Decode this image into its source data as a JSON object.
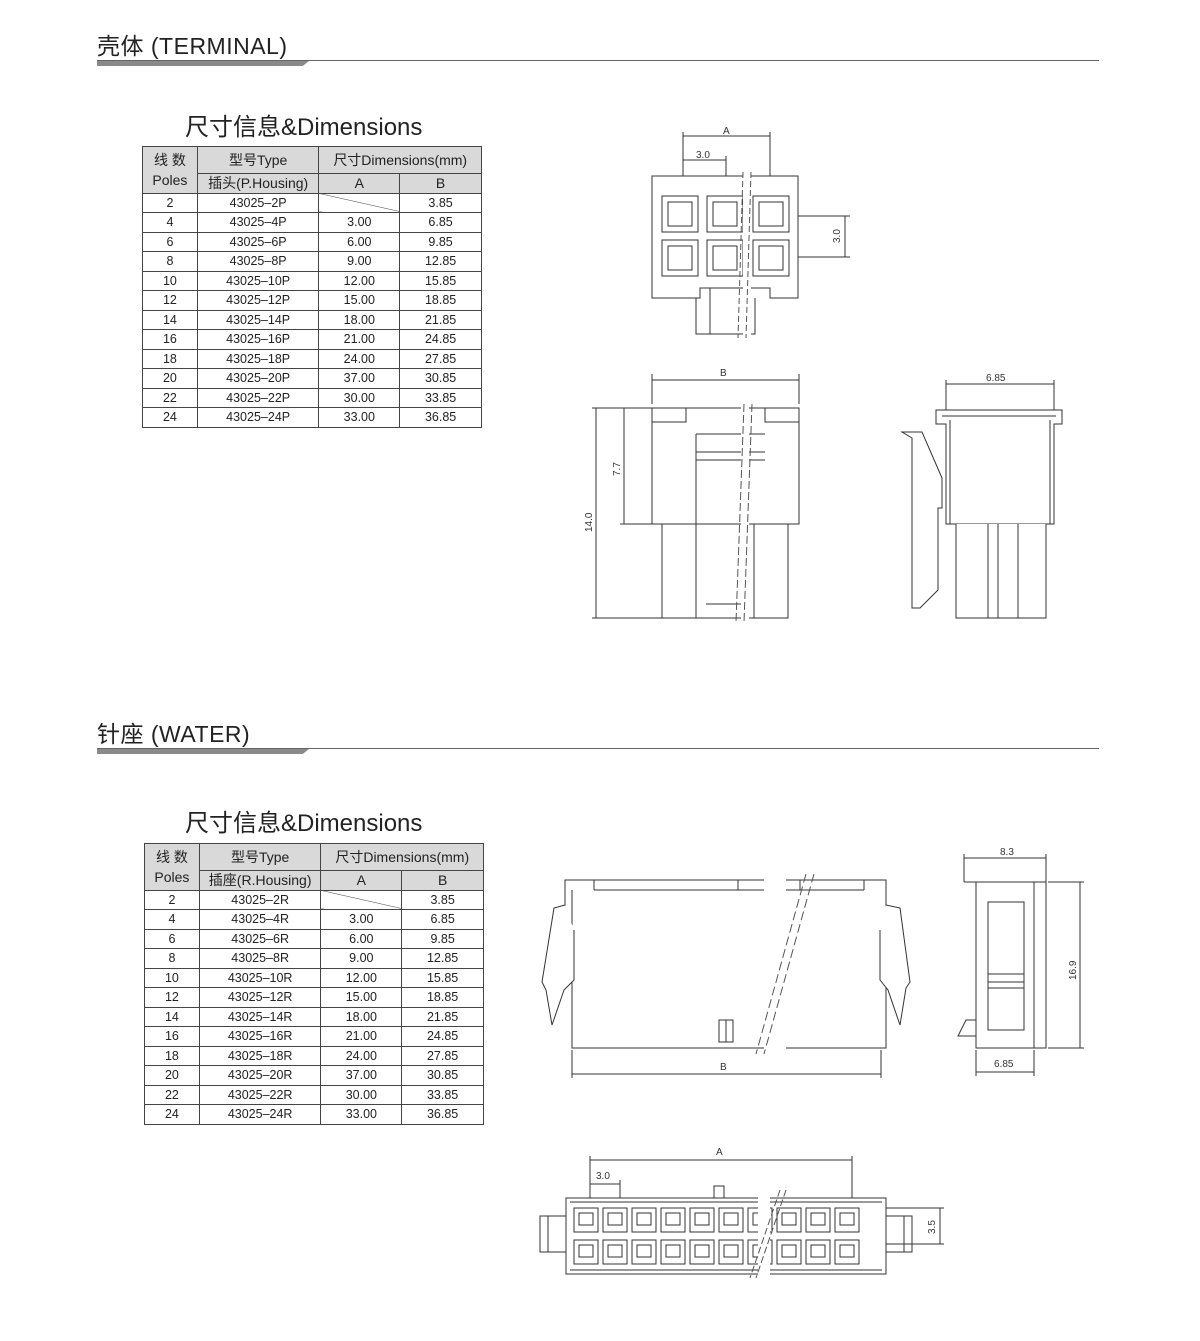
{
  "sections": [
    {
      "title": "壳体  (TERMINAL)",
      "dim_title": "尺寸信息&Dimensions",
      "headers": {
        "poles_cn": "线 数",
        "poles_en": "Poles",
        "type": "型号Type",
        "housing": "插头(P.Housing)",
        "dims": "尺寸Dimensions(mm)",
        "a": "A",
        "b": "B"
      },
      "rows": [
        [
          "2",
          "43025–2P",
          "",
          "3.85"
        ],
        [
          "4",
          "43025–4P",
          "3.00",
          "6.85"
        ],
        [
          "6",
          "43025–6P",
          "6.00",
          "9.85"
        ],
        [
          "8",
          "43025–8P",
          "9.00",
          "12.85"
        ],
        [
          "10",
          "43025–10P",
          "12.00",
          "15.85"
        ],
        [
          "12",
          "43025–12P",
          "15.00",
          "18.85"
        ],
        [
          "14",
          "43025–14P",
          "18.00",
          "21.85"
        ],
        [
          "16",
          "43025–16P",
          "21.00",
          "24.85"
        ],
        [
          "18",
          "43025–18P",
          "24.00",
          "27.85"
        ],
        [
          "20",
          "43025–20P",
          "37.00",
          "30.85"
        ],
        [
          "22",
          "43025–22P",
          "30.00",
          "33.85"
        ],
        [
          "24",
          "43025–24P",
          "33.00",
          "36.85"
        ]
      ],
      "drawing_labels": {
        "a": "A",
        "pitch": "3.0",
        "row_pitch": "3.0",
        "b": "B",
        "height": "14.0",
        "lock_height": "7.7",
        "depth": "6.85"
      }
    },
    {
      "title": "针座  (WATER)",
      "dim_title": "尺寸信息&Dimensions",
      "headers": {
        "poles_cn": "线 数",
        "poles_en": "Poles",
        "type": "型号Type",
        "housing": "插座(R.Housing)",
        "dims": "尺寸Dimensions(mm)",
        "a": "A",
        "b": "B"
      },
      "rows": [
        [
          "2",
          "43025–2R",
          "",
          "3.85"
        ],
        [
          "4",
          "43025–4R",
          "3.00",
          "6.85"
        ],
        [
          "6",
          "43025–6R",
          "6.00",
          "9.85"
        ],
        [
          "8",
          "43025–8R",
          "9.00",
          "12.85"
        ],
        [
          "10",
          "43025–10R",
          "12.00",
          "15.85"
        ],
        [
          "12",
          "43025–12R",
          "15.00",
          "18.85"
        ],
        [
          "14",
          "43025–14R",
          "18.00",
          "21.85"
        ],
        [
          "16",
          "43025–16R",
          "21.00",
          "24.85"
        ],
        [
          "18",
          "43025–18R",
          "24.00",
          "27.85"
        ],
        [
          "20",
          "43025–20R",
          "37.00",
          "30.85"
        ],
        [
          "22",
          "43025–22R",
          "30.00",
          "33.85"
        ],
        [
          "24",
          "43025–24R",
          "33.00",
          "36.85"
        ]
      ],
      "drawing_labels": {
        "b": "B",
        "width": "8.3",
        "height": "16.9",
        "depth": "6.85",
        "a": "A",
        "pitch": "3.0",
        "row_pitch": "3.5"
      }
    }
  ]
}
